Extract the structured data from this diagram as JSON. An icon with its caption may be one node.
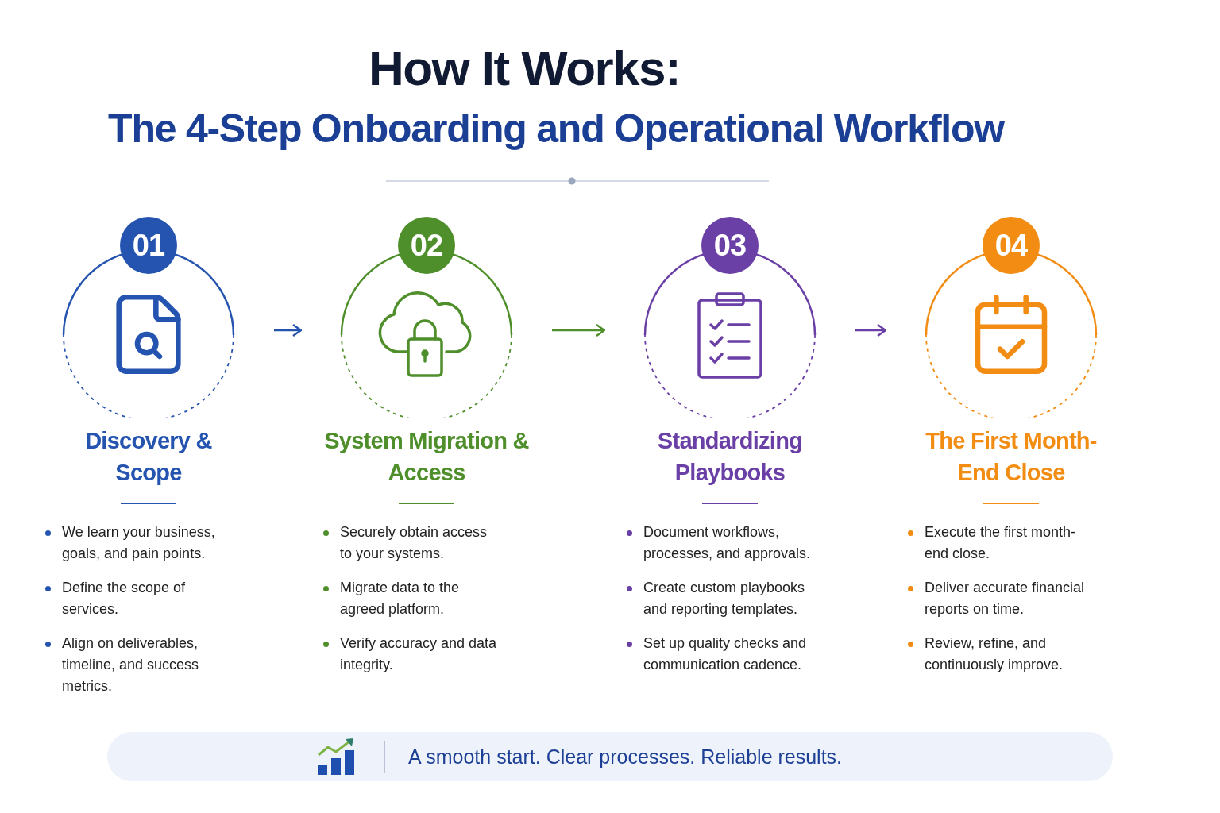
{
  "diagram": {
    "title": "How It Works:",
    "nodes": [
      {
        "text": [
          "01",
          "Discovery & Scope",
          "We learn your business, goals, and pain points.",
          "Define the scope of services.",
          "Align on deliverables, timeline, and success metrics."
        ]
      },
      {
        "text": [
          "02",
          "System Migration & Access",
          "Securely obtain access to your systems.",
          "Migrate data to the agreed platform.",
          "Verify accuracy and data integrity."
        ]
      },
      {
        "text": [
          "03",
          "Standardizing Playbooks",
          "Document workflows, processes, and approvals.",
          "Create custom playbooks and reporting templates.",
          "Set up quality checks and communication cadence."
        ]
      },
      {
        "text": [
          "04",
          "The First Month-End Close",
          "Execute the first month-end close.",
          "Deliver accurate financial reports on time.",
          "Review, refine, and continuously improve."
        ]
      }
    ],
    "edges": [
      {
        "from": 0,
        "to": 1,
        "arrow": "to",
        "color": "#2453b0"
      },
      {
        "from": 1,
        "to": 2,
        "arrow": "to",
        "color": "#4f8f2b"
      },
      {
        "from": 2,
        "to": 3,
        "arrow": "to",
        "color": "#6a3fa6"
      }
    ],
    "labels": [
      "The 4-Step Onboarding and Operational Workflow",
      "A smooth start. Clear processes. Reliable results."
    ]
  }
}
